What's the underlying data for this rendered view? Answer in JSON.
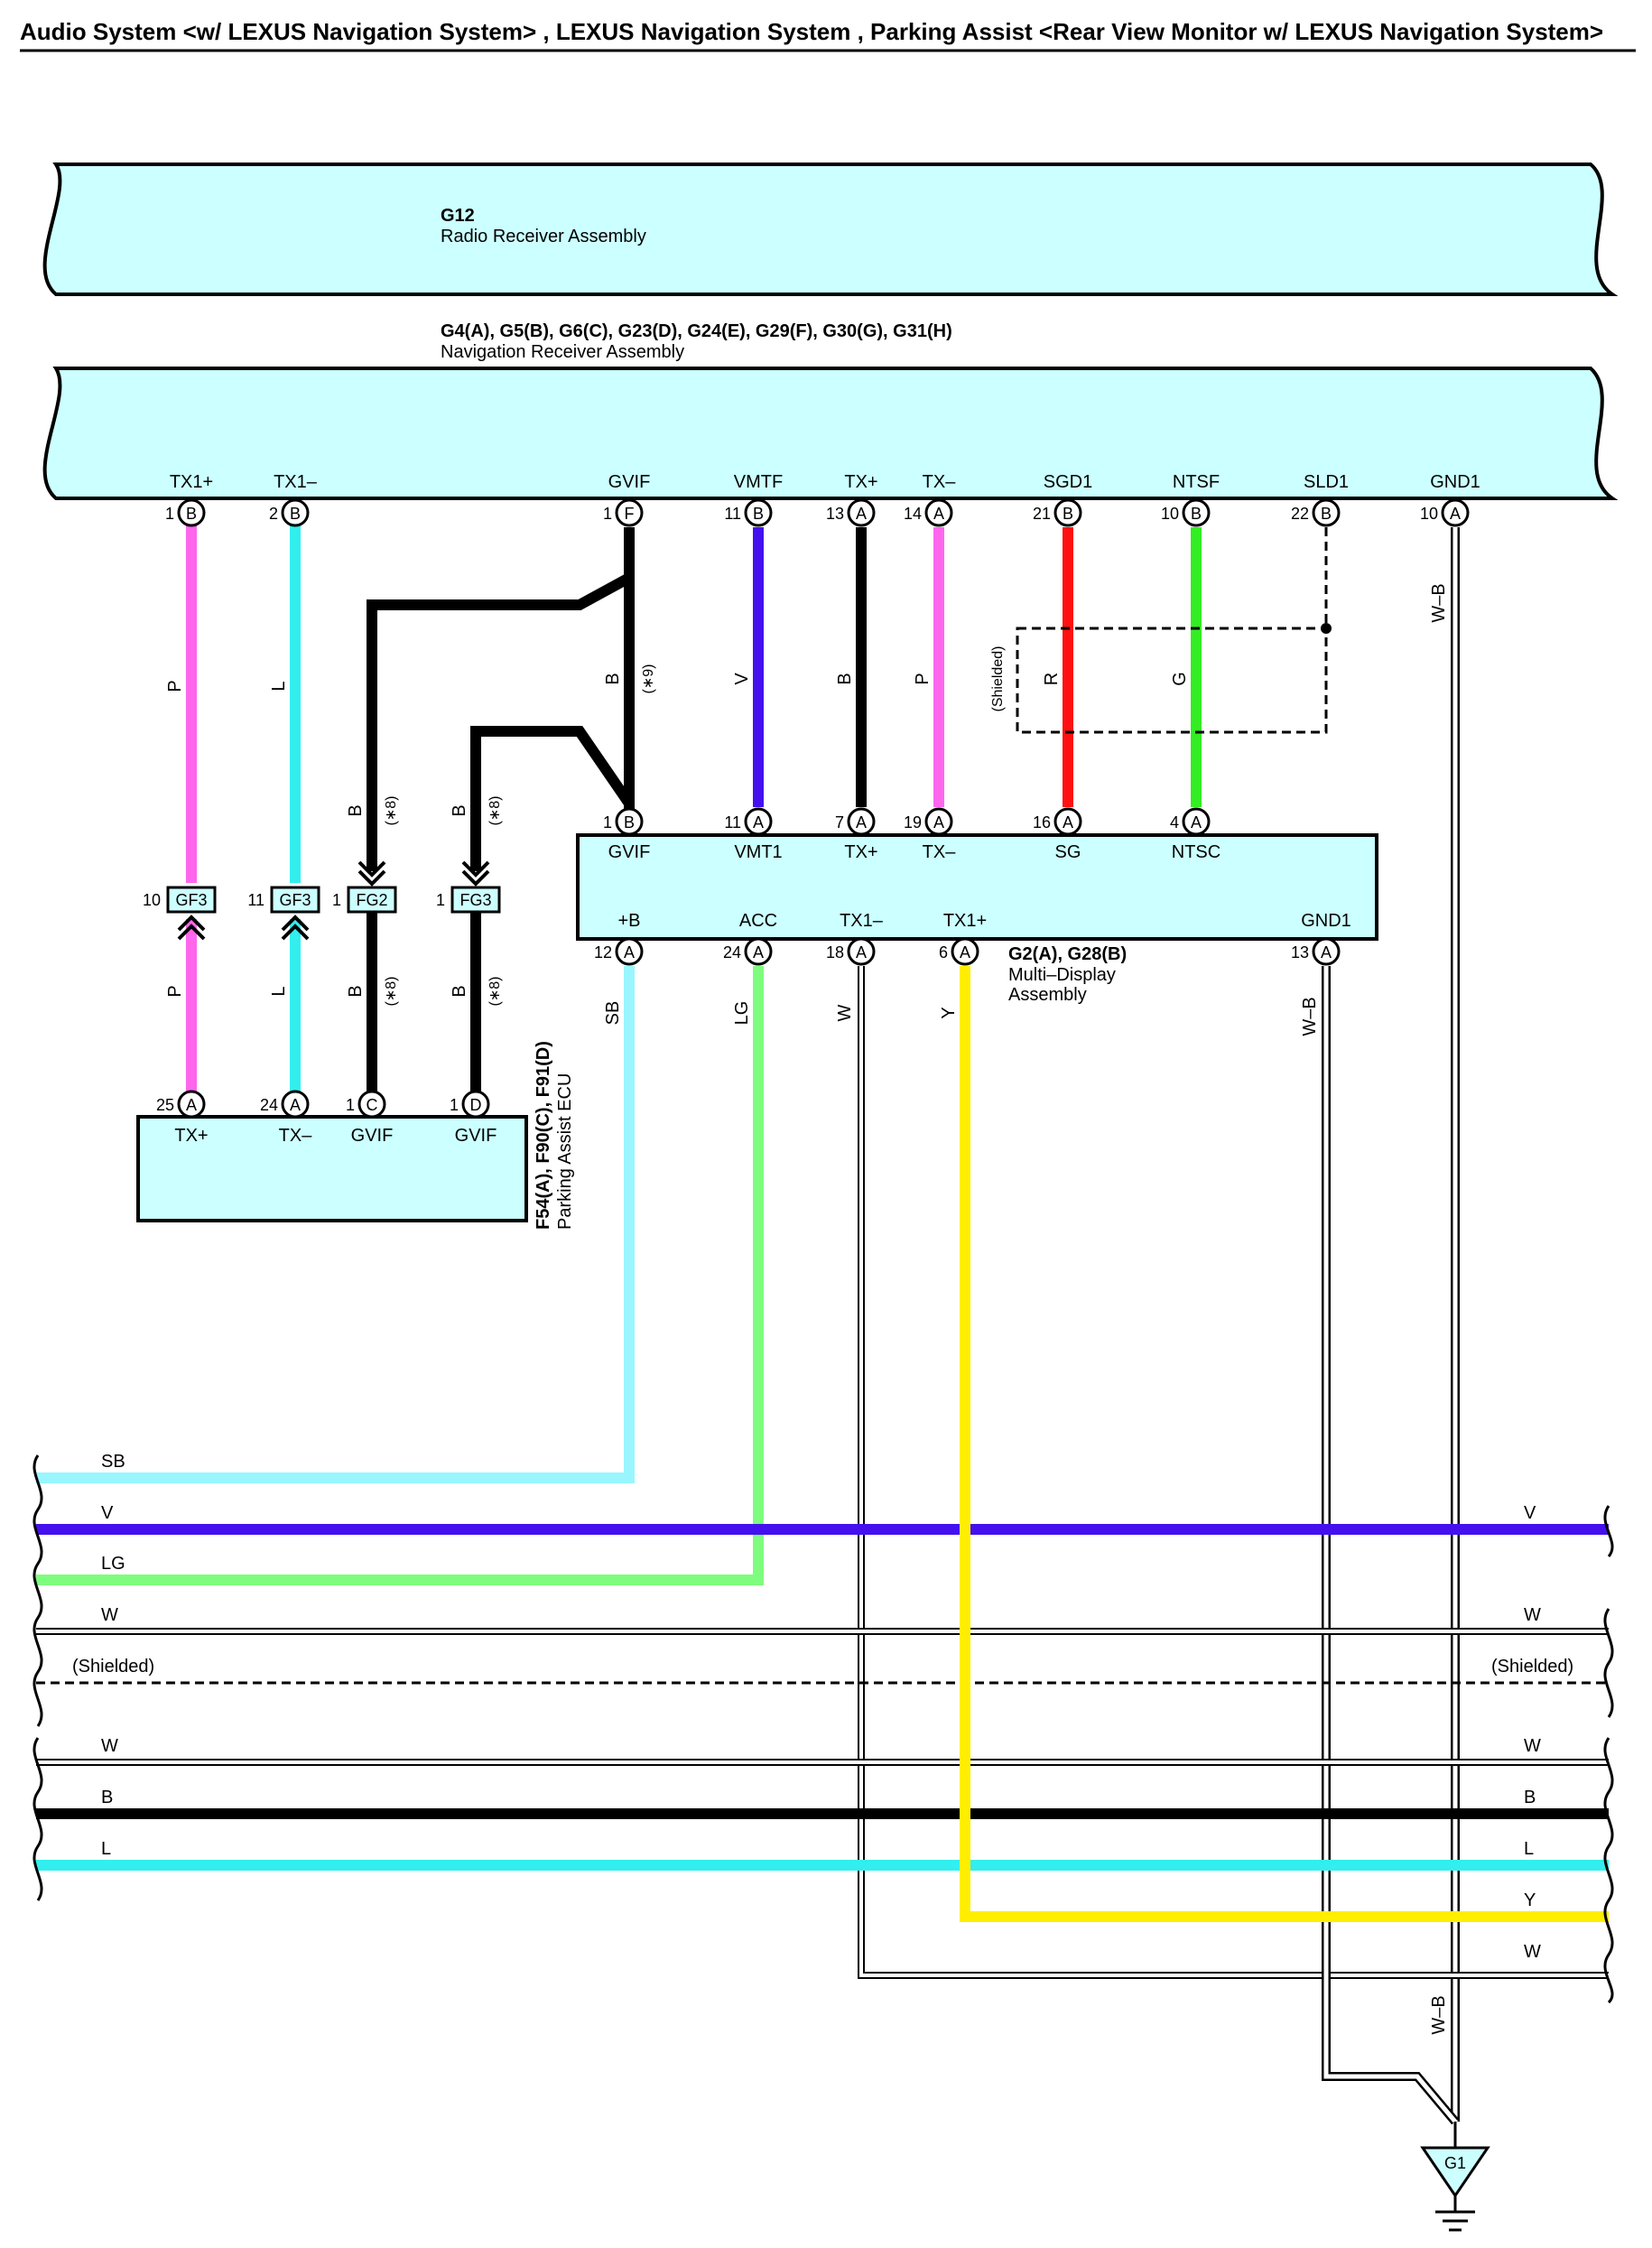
{
  "header": {
    "title": "Audio System <w/ LEXUS Navigation System> , LEXUS Navigation System , Parking Assist <Rear View Monitor w/ LEXUS Navigation System>"
  },
  "colors": {
    "pink": "#ff66ee",
    "cyan": "#33eeee",
    "light_cyan": "#99f6ff",
    "violet": "#4411ee",
    "red": "#ff1111",
    "green": "#33ee22",
    "light_green": "#7efc7e",
    "yellow": "#ffee00",
    "black": "#000000",
    "component_fill": "#ccffff"
  },
  "components": {
    "radio": {
      "code": "G12",
      "name": "Radio Receiver Assembly"
    },
    "nav": {
      "code": "G4(A), G5(B), G6(C), G23(D), G24(E), G29(F), G30(G), G31(H)",
      "name": "Navigation Receiver Assembly",
      "terminals": [
        {
          "name": "TX1+",
          "pin": "1",
          "conn": "B"
        },
        {
          "name": "TX1–",
          "pin": "2",
          "conn": "B"
        },
        {
          "name": "GVIF",
          "pin": "1",
          "conn": "F"
        },
        {
          "name": "VMTF",
          "pin": "11",
          "conn": "B"
        },
        {
          "name": "TX+",
          "pin": "13",
          "conn": "A"
        },
        {
          "name": "TX–",
          "pin": "14",
          "conn": "A"
        },
        {
          "name": "SGD1",
          "pin": "21",
          "conn": "B"
        },
        {
          "name": "NTSF",
          "pin": "10",
          "conn": "B"
        },
        {
          "name": "SLD1",
          "pin": "22",
          "conn": "B"
        },
        {
          "name": "GND1",
          "pin": "10",
          "conn": "A"
        }
      ]
    },
    "multi": {
      "code": "G2(A), G28(B)",
      "name_line1": "Multi–Display",
      "name_line2": "Assembly",
      "top_terminals": [
        {
          "name": "GVIF",
          "pin": "1",
          "conn": "B"
        },
        {
          "name": "VMT1",
          "pin": "11",
          "conn": "A"
        },
        {
          "name": "TX+",
          "pin": "7",
          "conn": "A"
        },
        {
          "name": "TX–",
          "pin": "19",
          "conn": "A"
        },
        {
          "name": "SG",
          "pin": "16",
          "conn": "A"
        },
        {
          "name": "NTSC",
          "pin": "4",
          "conn": "A"
        }
      ],
      "bottom_terminals": [
        {
          "name": "+B",
          "pin": "12",
          "conn": "A"
        },
        {
          "name": "ACC",
          "pin": "24",
          "conn": "A"
        },
        {
          "name": "TX1–",
          "pin": "18",
          "conn": "A"
        },
        {
          "name": "TX1+",
          "pin": "6",
          "conn": "A"
        },
        {
          "name": "GND1",
          "pin": "13",
          "conn": "A"
        }
      ]
    },
    "parking": {
      "code": "F54(A), F90(C), F91(D)",
      "name": "Parking Assist ECU",
      "terminals": [
        {
          "name": "TX+",
          "pin": "25",
          "conn": "A"
        },
        {
          "name": "TX–",
          "pin": "24",
          "conn": "A"
        },
        {
          "name": "GVIF",
          "pin": "1",
          "conn": "C"
        },
        {
          "name": "GVIF",
          "pin": "1",
          "conn": "D"
        }
      ]
    }
  },
  "junctions": [
    {
      "pin": "10",
      "name": "GF3"
    },
    {
      "pin": "11",
      "name": "GF3"
    },
    {
      "pin": "1",
      "name": "FG2"
    },
    {
      "pin": "1",
      "name": "FG3"
    }
  ],
  "wire_labels": {
    "pink": "P",
    "cyan": "L",
    "black": "B",
    "violet": "V",
    "red": "R",
    "green": "G",
    "shielded": "(Shielded)",
    "note8": "(∗8)",
    "note9": "(∗9)",
    "sb": "SB",
    "lg": "LG",
    "white": "W",
    "yellow": "Y",
    "wb": "W–B"
  },
  "buses": [
    {
      "left": "SB",
      "right": ""
    },
    {
      "left": "V",
      "right": "V"
    },
    {
      "left": "LG",
      "right": ""
    },
    {
      "left": "W",
      "right": "W"
    },
    {
      "left": "(Shielded)",
      "right": "(Shielded)"
    },
    {
      "left": "W",
      "right": "W"
    },
    {
      "left": "B",
      "right": "B"
    },
    {
      "left": "L",
      "right": "L"
    },
    {
      "left": "",
      "right": "Y"
    },
    {
      "left": "",
      "right": "W"
    }
  ],
  "ground": {
    "name": "G1"
  }
}
